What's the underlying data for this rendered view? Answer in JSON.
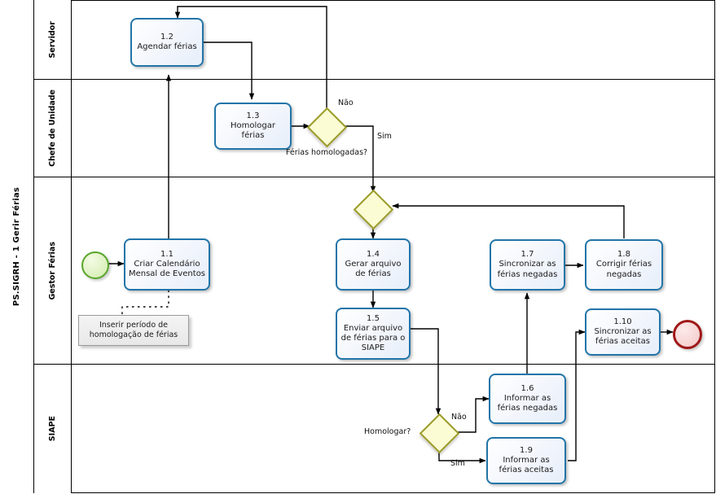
{
  "pool": {
    "title": "PS.SIGRH - 1 Gerir  Férias"
  },
  "lanes": [
    {
      "name": "Servidor"
    },
    {
      "name": "Chefe de Unidade"
    },
    {
      "name": "Gestor Férias"
    },
    {
      "name": "SIAPE"
    }
  ],
  "tasks": [
    {
      "id": "1.1",
      "num": "1.1",
      "name": "Criar Calendário Mensal de Eventos"
    },
    {
      "id": "1.2",
      "num": "1.2",
      "name": "Agendar férias"
    },
    {
      "id": "1.3",
      "num": "1.3",
      "name": "Homologar férias"
    },
    {
      "id": "1.4",
      "num": "1.4",
      "name": "Gerar arquivo de férias"
    },
    {
      "id": "1.5",
      "num": "1.5",
      "name": "Enviar arquivo de férias para o SIAPE"
    },
    {
      "id": "1.6",
      "num": "1.6",
      "name": "Informar as férias negadas"
    },
    {
      "id": "1.7",
      "num": "1.7",
      "name": "Sincronizar as férias negadas"
    },
    {
      "id": "1.8",
      "num": "1.8",
      "name": "Corrigir férias negadas"
    },
    {
      "id": "1.9",
      "num": "1.9",
      "name": "Informar as férias aceitas"
    },
    {
      "id": "1.10",
      "num": "1.10",
      "name": "Sincronizar as férias aceitas"
    }
  ],
  "gateways": [
    {
      "id": "gw-homologadas",
      "label": "Férias homologadas?"
    },
    {
      "id": "gw-merge",
      "label": ""
    },
    {
      "id": "gw-homologar",
      "label": "Homologar?"
    }
  ],
  "flow_labels": {
    "nao_homologadas": "Não",
    "sim_homologadas": "Sim",
    "nao_homologar": "Não",
    "sim_homologar": "Sim"
  },
  "annotation": {
    "text": "Inserir período de homologação de férias"
  },
  "events": {
    "start": "start-event",
    "end": "end-event"
  },
  "colors": {
    "task_border": "#2275a8",
    "gateway_fill": "#fbfbd4",
    "gateway_border": "#9b9b2a",
    "start_border": "#5aa52b",
    "end_border": "#9e1818",
    "connector": "#000000"
  }
}
